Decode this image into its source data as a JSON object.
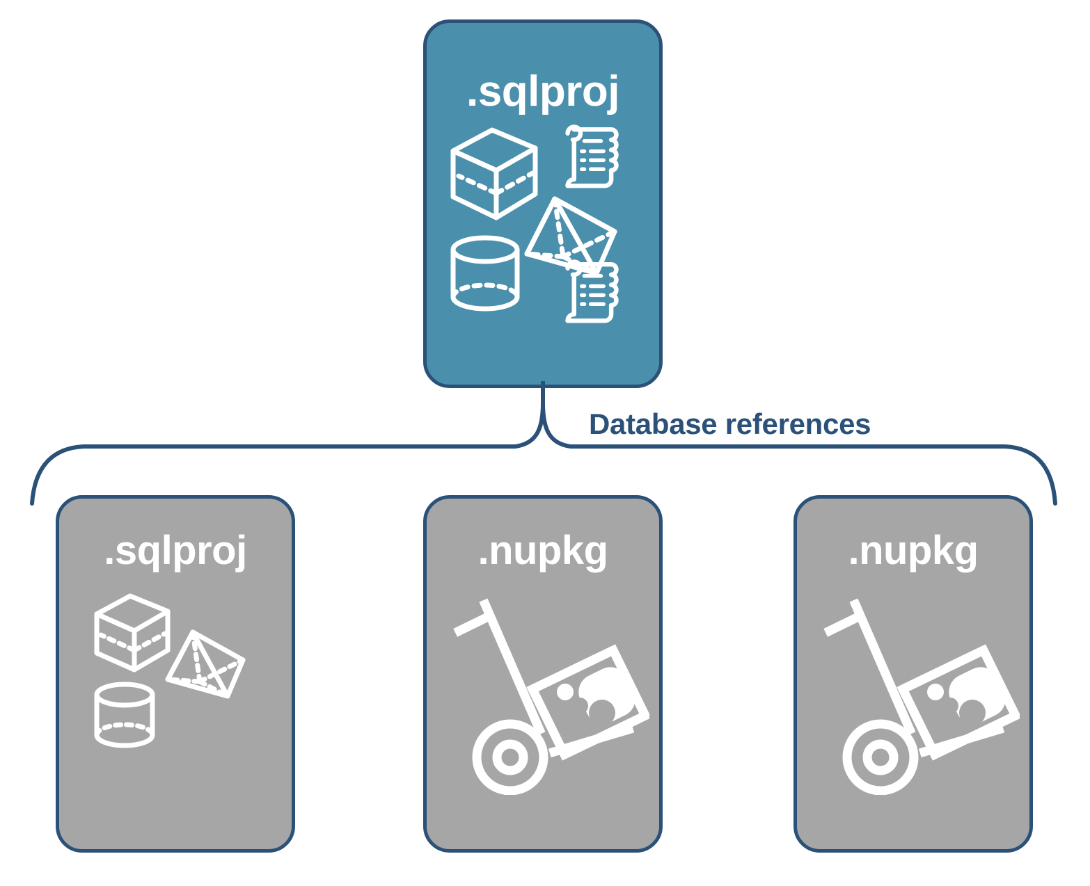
{
  "diagram": {
    "title": "Database references",
    "colors": {
      "primary_fill": "#4a90ac",
      "secondary_fill": "#a6a6a6",
      "border": "#2b5179",
      "label_text": "#2b5179",
      "icon_stroke": "#ffffff",
      "background": "#ffffff"
    },
    "connector": {
      "label": "Database references",
      "style": "curly-brace"
    },
    "nodes": [
      {
        "id": "top",
        "label": ".sqlproj",
        "role": "primary",
        "icons": [
          "cube-icon",
          "scroll-icon",
          "pyramid-icon",
          "cylinder-icon",
          "scroll-icon"
        ]
      },
      {
        "id": "ref-1",
        "label": ".sqlproj",
        "role": "reference",
        "icons": [
          "cube-icon",
          "pyramid-icon",
          "cylinder-icon"
        ]
      },
      {
        "id": "ref-2",
        "label": ".nupkg",
        "role": "reference",
        "icons": [
          "hand-truck-package-icon"
        ]
      },
      {
        "id": "ref-3",
        "label": ".nupkg",
        "role": "reference",
        "icons": [
          "hand-truck-package-icon"
        ]
      }
    ]
  }
}
